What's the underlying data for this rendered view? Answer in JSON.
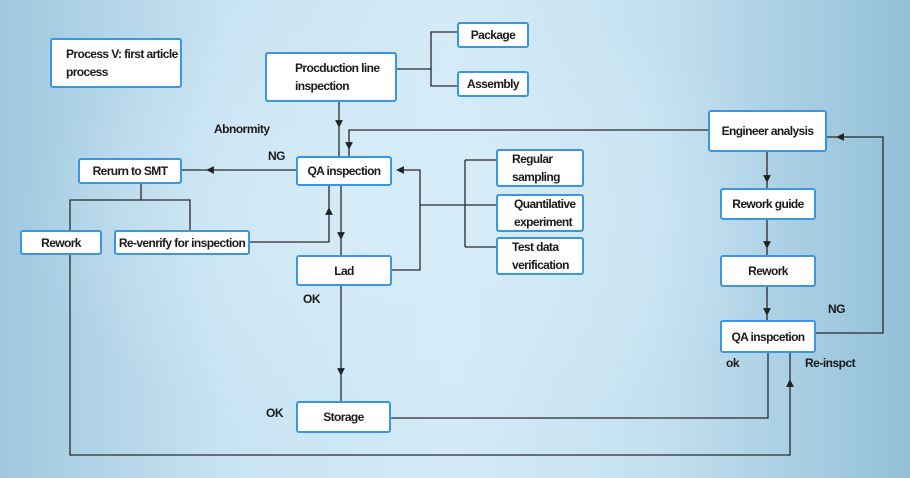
{
  "title": "Process V: first article process",
  "nodes": {
    "production_line": "Procduction line inspection",
    "package": "Package",
    "assembly": "Assembly",
    "qa_inspection": "QA inspection",
    "return_smt": "Rerurn to SMT",
    "rework_left": "Rework",
    "reverify": "Re-venrify for inspection",
    "lad": "Lad",
    "regular_sampling": "Regular sampling",
    "quantitative": "Quantilative experiment",
    "test_data": "Test data verification",
    "storage": "Storage",
    "engineer": "Engineer analysis",
    "rework_guide": "Rework guide",
    "rework_right": "Rework",
    "qa_inspection_2": "QA inspcetion"
  },
  "labels": {
    "abnormity": "Abnormity",
    "ng_left": "NG",
    "ok_lad": "OK",
    "ok_storage": "OK",
    "ng_right": "NG",
    "ok_right": "ok",
    "reinspect": "Re-inspct"
  }
}
